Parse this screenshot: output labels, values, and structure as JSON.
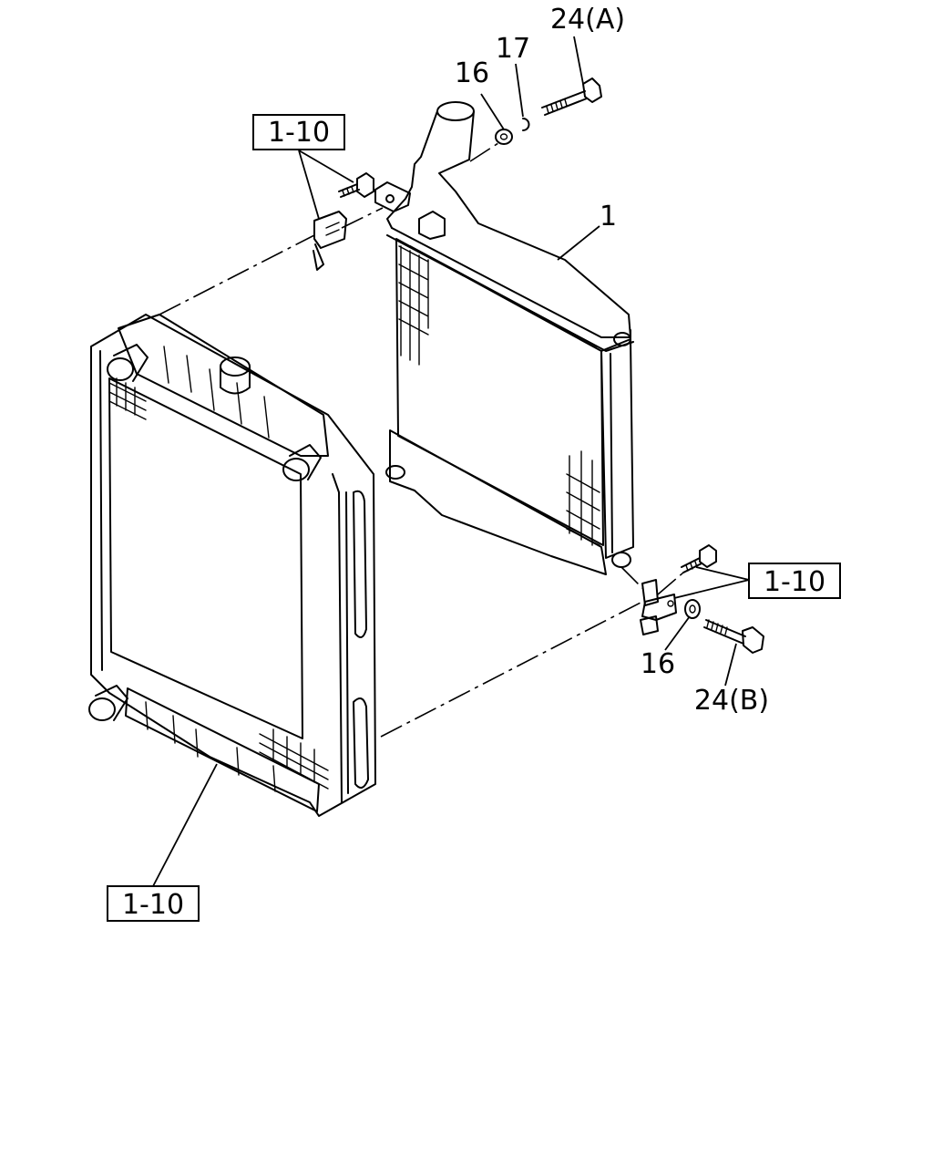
{
  "callouts": {
    "top_left_ref": "1-10",
    "right_ref": "1-10",
    "bottom_ref": "1-10",
    "intercooler": "1",
    "washer_top": "16",
    "clip_top": "17",
    "bolt_a": "24(A)",
    "washer_bottom": "16",
    "bolt_b": "24(B)"
  }
}
